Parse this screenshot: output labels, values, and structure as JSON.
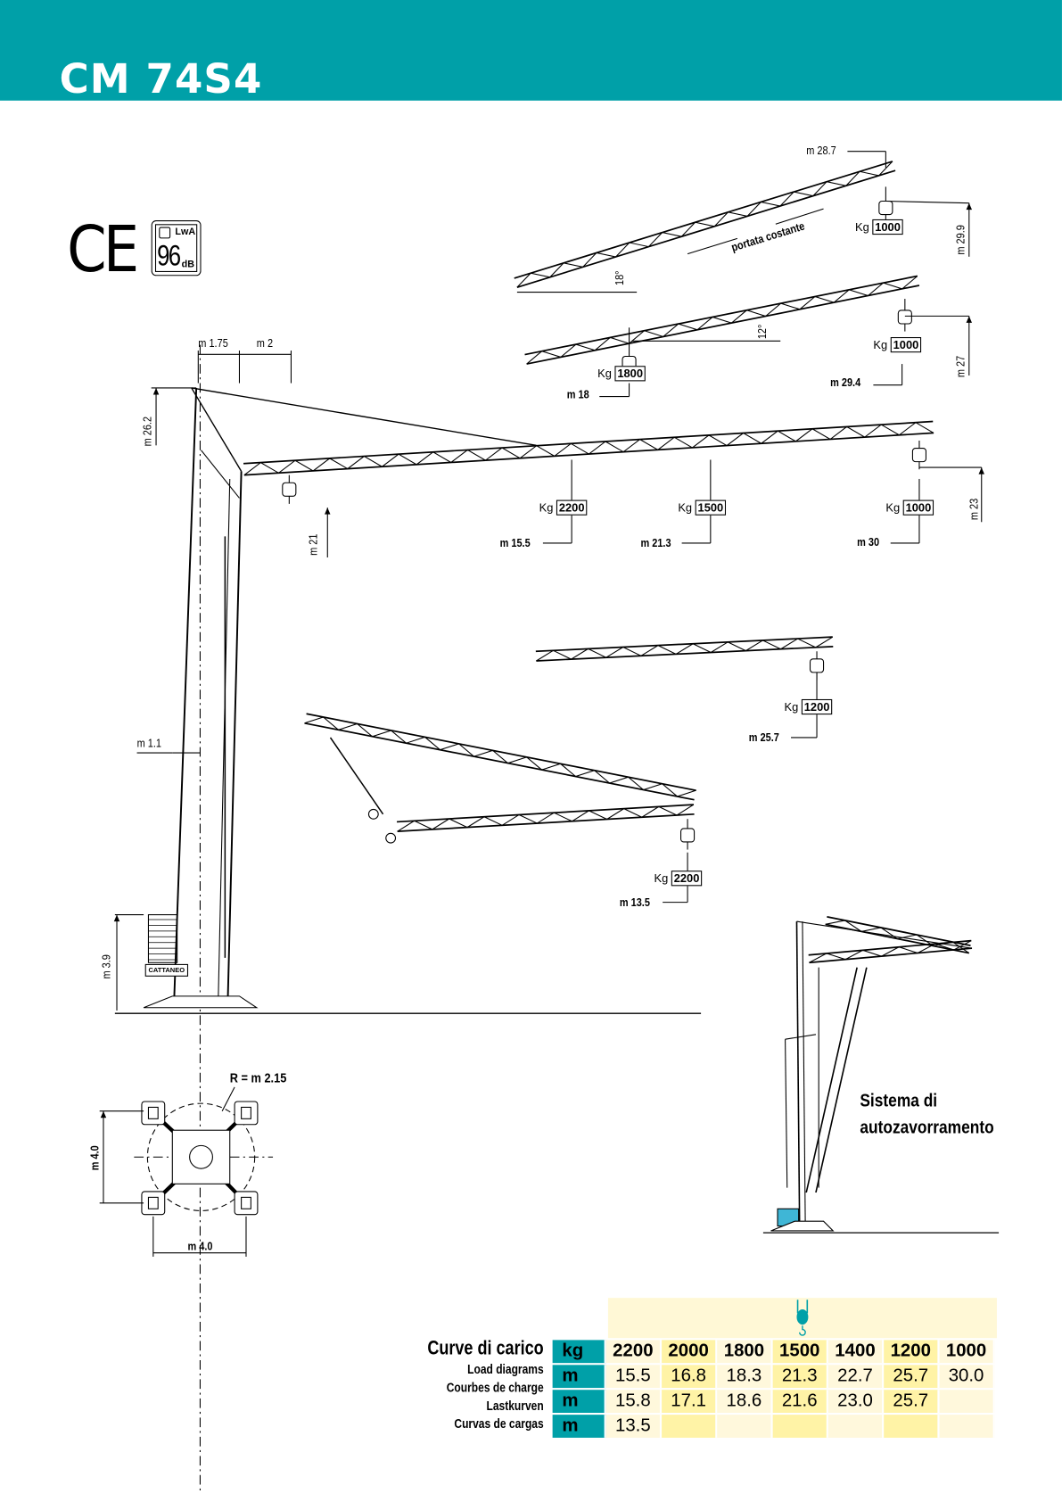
{
  "header": {
    "title": "CM 74S4"
  },
  "certs": {
    "ce": "CE",
    "lwa_label": "LwA",
    "lwa_value": "96",
    "lwa_unit": "dB"
  },
  "drawing": {
    "top": {
      "m_tip": "m 28.7",
      "portata": "portata costante",
      "kg": "Kg",
      "load": "1000",
      "height": "m 29.9",
      "angle": "18°"
    },
    "second": {
      "angle": "12°",
      "kg": "Kg",
      "load_tip": "1000",
      "height": "m 27",
      "load_mid": "1800",
      "m_mid": "m 18",
      "m_tip": "m 29.4"
    },
    "main": {
      "m_a": "m 1.75",
      "m_b": "m 2",
      "height": "m 26.2",
      "kg": "Kg",
      "load1": "2200",
      "load2": "1500",
      "load3": "1000",
      "height_tip": "m 23",
      "height_hook": "m 21",
      "m1": "m 15.5",
      "m2": "m 21.3",
      "m3": "m 30"
    },
    "folded1": {
      "kg": "Kg",
      "load": "1200",
      "m": "m 25.7"
    },
    "folded2": {
      "m_offset": "m 1.1",
      "kg": "Kg",
      "load": "2200",
      "m": "m 13.5",
      "base_height": "m 3.9"
    },
    "plan": {
      "radius": "R = m 2.15",
      "width_v": "m 4.0",
      "width_h": "m 4.0"
    },
    "brand": "CATTANEO",
    "self_ballast": {
      "line1": "Sistema di",
      "line2": "autozavorramento"
    }
  },
  "load_table": {
    "labels": [
      "Curve di carico",
      "Load diagrams",
      "Courbes de charge",
      "Lastkurven",
      "Curvas de cargas"
    ],
    "rows": [
      {
        "unit": "kg",
        "values": [
          "2200",
          "2000",
          "1800",
          "1500",
          "1400",
          "1200",
          "1000"
        ]
      },
      {
        "unit": "m",
        "values": [
          "15.5",
          "16.8",
          "18.3",
          "21.3",
          "22.7",
          "25.7",
          "30.0"
        ]
      },
      {
        "unit": "m",
        "values": [
          "15.8",
          "17.1",
          "18.6",
          "21.6",
          "23.0",
          "25.7",
          ""
        ]
      },
      {
        "unit": "m",
        "values": [
          "13.5",
          "",
          "",
          "",
          "",
          "",
          ""
        ]
      }
    ]
  },
  "colors": {
    "brand": "#00a0a8",
    "table_pale": "#fff8dc",
    "table_yellow": "#fff3a6",
    "ballast": "#3fb6d6"
  }
}
